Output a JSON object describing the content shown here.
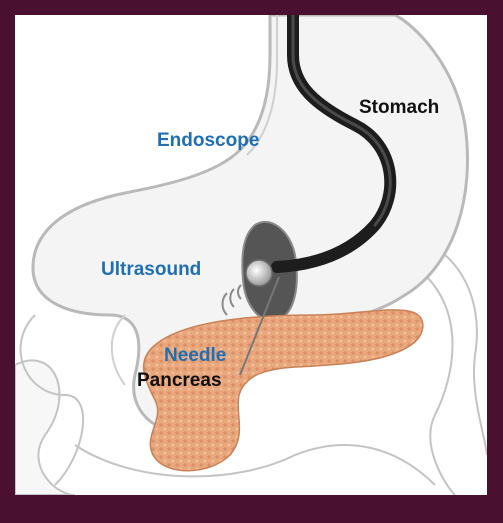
{
  "colors": {
    "frame": "#4a1030",
    "background": "#ffffff",
    "label_blue": "#1f6fb5",
    "label_black": "#111111",
    "stomach_fill": "#f4f4f4",
    "stomach_stroke": "#b9b9b9",
    "pancreas": "#e9a77e",
    "scope": "#1d1d1d"
  },
  "labels": {
    "stomach": "Stomach",
    "endoscope": "Endoscope",
    "ultrasound": "Ultrasound",
    "needle": "Needle",
    "pancreas": "Pancreas"
  }
}
